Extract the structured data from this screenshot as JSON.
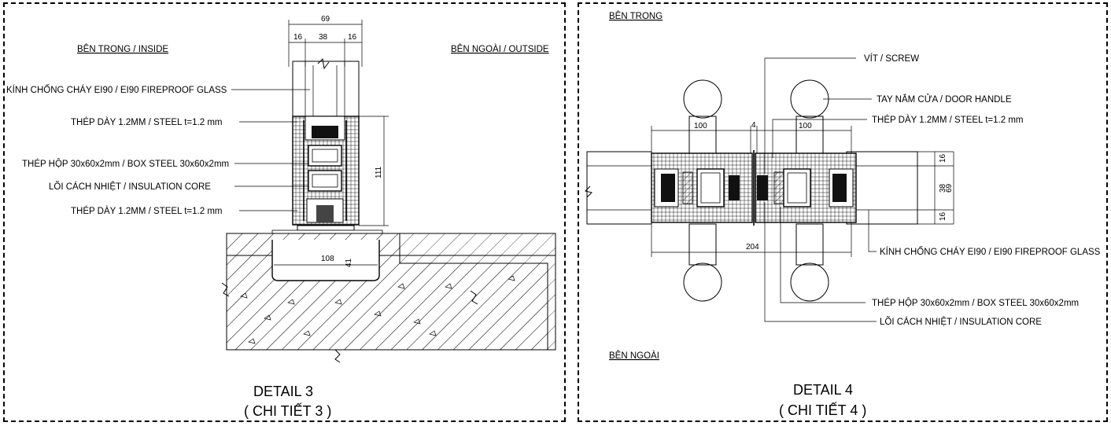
{
  "detail3": {
    "side_inside": "BÊN TRONG / INSIDE",
    "side_outside": "BÊN NGOÀI / OUTSIDE",
    "labels": {
      "glass": "KÍNH CHỐNG CHÁY EI90 / EI90 FIREPROOF GLASS",
      "steel_top": "THÉP DÀY 1.2MM /  STEEL t=1.2 mm",
      "box_steel": "THÉP HỘP 30x60x2mm / BOX STEEL 30x60x2mm",
      "insulation": "LÕI CÁCH NHIỆT / INSULATION CORE",
      "steel_bottom": "THÉP DÀY 1.2MM /  STEEL t=1.2 mm"
    },
    "dims": {
      "total": "69",
      "left": "16",
      "center": "38",
      "right": "16",
      "height": "111",
      "slot_width": "108",
      "slot_depth": "41"
    },
    "title": "DETAIL 3",
    "subtitle": "( CHI TIẾT 3 )"
  },
  "detail4": {
    "side_inside": "BÊN TRONG",
    "side_outside": "BÊN NGOÀI",
    "labels": {
      "screw": "VÍT / SCREW",
      "handle": "TAY NẮM CỬA / DOOR HANDLE",
      "steel": "THÉP DÀY 1.2MM /  STEEL t=1.2 mm",
      "glass": "KÍNH CHỐNG CHÁY EI90 / EI90 FIREPROOF GLASS",
      "box_steel": "THÉP HỘP 30x60x2mm / BOX STEEL 30x60x2mm",
      "insulation": "LÕI CÁCH NHIỆT / INSULATION CORE"
    },
    "dims": {
      "left": "100",
      "gap": "4",
      "right": "100",
      "overall": "204",
      "d16a": "16",
      "d38": "38",
      "d16b": "16",
      "d69": "69"
    },
    "title": "DETAIL 4",
    "subtitle": "( CHI TIẾT 4 )"
  }
}
